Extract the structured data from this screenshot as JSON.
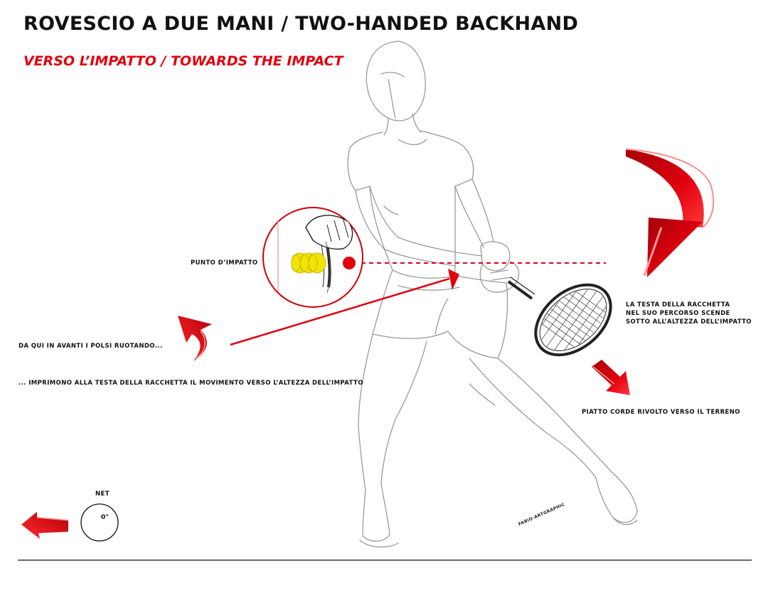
{
  "title": "ROVESCIO A DUE MANI / TWO-HANDED BACKHAND",
  "subtitle": "VERSO L’IMPATTO / TOWARDS THE IMPACT",
  "labels": {
    "impact_point": "PUNTO D’IMPATTO",
    "racket_head_line1": "LA TESTA DELLA RACCHETTA",
    "racket_head_line2": "NEL SUO PERCORSO SCENDE",
    "racket_head_line3": "SOTTO ALL’ALTEZZA DELL’IMPATTO",
    "wrists": "DA QUI IN AVANTI I POLSI RUOTANDO...",
    "imprint": "... IMPRIMONO ALLA TESTA DELLA RACCHETTA IL MOVIMENTO VERSO L’ALTEZZA DELL’IMPATTO",
    "strings_face": "PIATTO CORDE RIVOLTO VERSO IL TERRENO",
    "net": "NET",
    "angle": "0°",
    "signature": "FABIO-ARTGRAPHIC"
  },
  "colors": {
    "accent": "#e0000f",
    "text": "#111111",
    "sketch": "#9a9a9a",
    "ball": "#f2e400"
  },
  "icons": {
    "arrow_left": "arrow-left-icon",
    "curved_arrow_down": "curved-arrow-down-icon",
    "curved_arrow_up": "curved-arrow-up-icon",
    "diagonal_arrow": "diagonal-arrow-icon"
  }
}
